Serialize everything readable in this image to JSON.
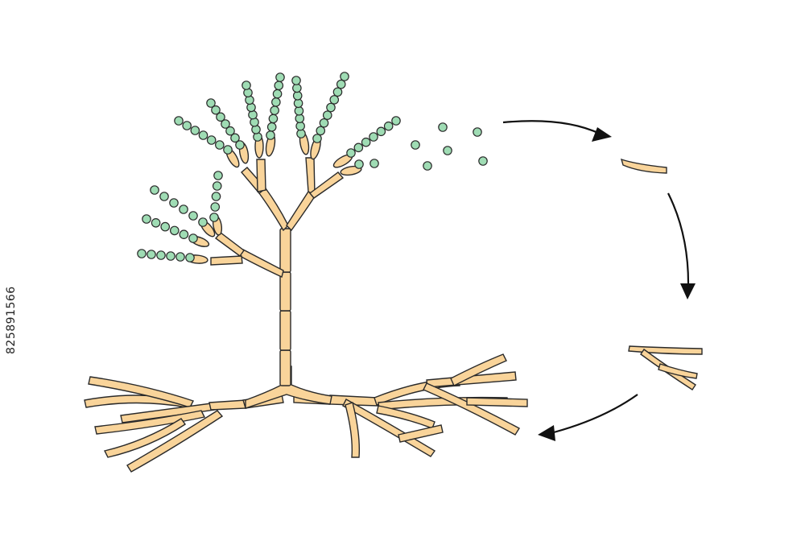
{
  "stock_id": "825891566",
  "colors": {
    "hypha_fill": "#f9d49a",
    "spore_fill": "#9fdcb4",
    "outline": "#2a2a2a",
    "arrow": "#111111"
  },
  "stages": [
    {
      "name": "conidiophore-with-conidia-chains"
    },
    {
      "name": "released-conidia"
    },
    {
      "name": "germinating-spore"
    },
    {
      "name": "young-branching-hypha"
    },
    {
      "name": "mycelium"
    }
  ]
}
